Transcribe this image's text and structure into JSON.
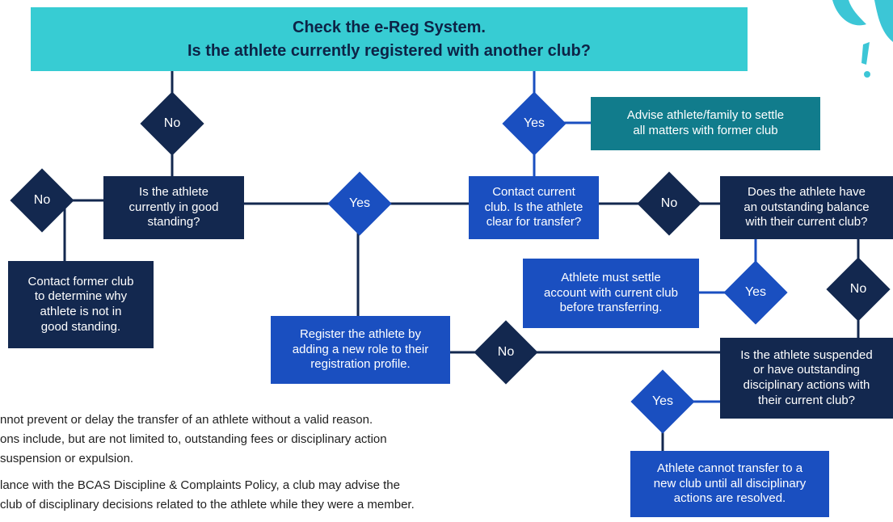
{
  "header": {
    "line1": "Check the e-Reg System.",
    "line2": "Is the athlete currently registered with another club?"
  },
  "decisions": {
    "no_top": "No",
    "yes_top": "Yes",
    "no_left": "No",
    "yes_middle": "Yes",
    "no_right": "No",
    "yes_balance": "Yes",
    "no_balance": "No",
    "no_bottom": "No",
    "yes_bottom": "Yes"
  },
  "boxes": {
    "advise": "Advise athlete/family to settle\nall matters with former club",
    "good_standing": "Is the athlete\ncurrently in good\nstanding?",
    "contact_current": "Contact current\nclub. Is the athlete\nclear for transfer?",
    "balance": "Does the athlete have\nan outstanding balance\nwith  their current club?",
    "contact_former": "Contact former club\nto determine why\nathlete is not in\ngood standing.",
    "settle": "Athlete must settle\naccount with current club\nbefore transferring.",
    "register": "Register the athlete by\nadding a new role to their\nregistration profile.",
    "suspended": "Is the athlete suspended\nor have outstanding\ndisciplinary actions with\ntheir current club?",
    "cannot": "Athlete cannot transfer to a\nnew club until all disciplinary\nactions are resolved."
  },
  "notes": {
    "line1": "nnot prevent or delay the transfer of an athlete without a valid reason.",
    "line2": "ons include, but are not limited to, outstanding fees or disciplinary action",
    "line3": "suspension or expulsion.",
    "line4": "lance with the BCAS Discipline & Complaints Policy, a club may advise the",
    "line5": "club of disciplinary decisions related to the athlete while they were a member."
  },
  "colors": {
    "banner": "#37ccd3",
    "navy": "#13284f",
    "blue": "#1a4fc0",
    "teal": "#117c8c",
    "decoration": "#3cc6d6"
  }
}
